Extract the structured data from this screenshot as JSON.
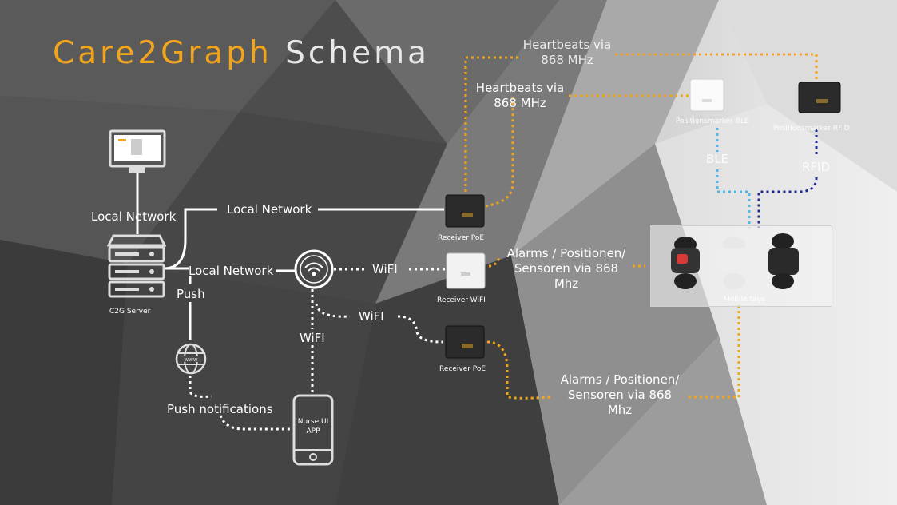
{
  "title": {
    "brand": "Care2Graph",
    "word": "Schema"
  },
  "colors": {
    "accent": "#f0a51c",
    "ble": "#4fb6e8",
    "rfid": "#1f2a8c",
    "line": "#ffffff"
  },
  "nodes": {
    "monitor": {
      "icon": "monitor-icon"
    },
    "server": {
      "icon": "server-icon",
      "label": "C2G Server"
    },
    "router": {
      "icon": "wifi-router-icon"
    },
    "globe": {
      "icon": "globe-www-icon"
    },
    "phone": {
      "icon": "smartphone-icon",
      "label_line1": "Nurse UI",
      "label_line2": "APP"
    },
    "receiver_poe_top": {
      "icon": "receiver-poe-icon",
      "label": "Receiver PoE"
    },
    "receiver_wifi": {
      "icon": "receiver-wifi-icon",
      "label": "Receiver WiFI"
    },
    "receiver_poe_bottom": {
      "icon": "receiver-poe-icon",
      "label": "Receiver PoE"
    },
    "marker_ble": {
      "icon": "positionmarker-ble-icon",
      "label": "Positionsmarker BLE"
    },
    "marker_rfid": {
      "icon": "positionmarker-rfid-icon",
      "label": "Positionsmarker RFID"
    },
    "mobile_tags": {
      "icon": "wristband-tags-icon",
      "label": "Mobile tags"
    }
  },
  "links": {
    "local_network_vertical": "Local Network",
    "local_network_top": "Local Network",
    "local_network_router": "Local Network",
    "push": "Push",
    "wifi_router_receiver": "WiFI",
    "wifi_router_poe": "WiFI",
    "wifi_router_phone": "WiFI",
    "push_notifications": "Push notifications",
    "heartbeats_top_l1": "Heartbeats via",
    "heartbeats_top_l2": "868 MHz",
    "heartbeats_mid_l1": "Heartbeats via",
    "heartbeats_mid_l2": "868 MHz",
    "alarms_top_l1": "Alarms / Positionen/",
    "alarms_top_l2": "Sensoren via 868",
    "alarms_top_l3": "Mhz",
    "alarms_bottom_l1": "Alarms  / Positionen/",
    "alarms_bottom_l2": "Sensoren via 868",
    "alarms_bottom_l3": "Mhz",
    "ble": "BLE",
    "rfid": "RFID"
  }
}
